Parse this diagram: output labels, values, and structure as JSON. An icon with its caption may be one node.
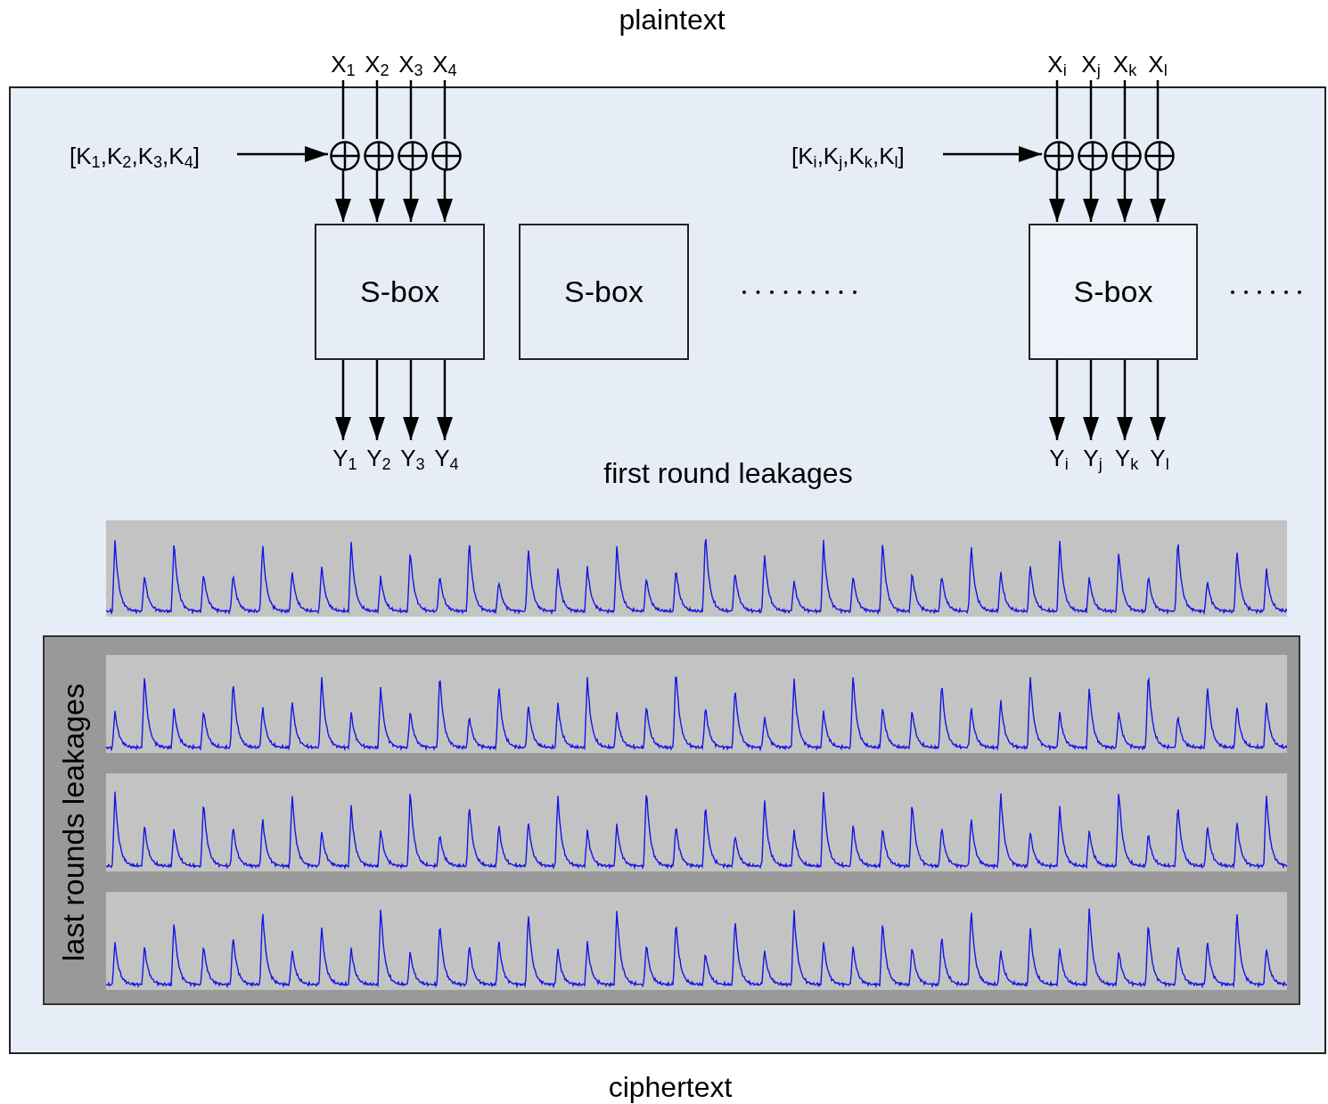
{
  "diagram": {
    "nodes": [
      {
        "text": [],
        "shape": "box"
      },
      {
        "text": [
          "X$_{1}$"
        ]
      },
      {
        "text": [
          "X$_{2}$"
        ]
      },
      {
        "text": [
          "X$_{3}$"
        ]
      },
      {
        "text": [
          "X$_{4}$"
        ]
      },
      {
        "text": [
          "X$_{i}$"
        ]
      },
      {
        "text": [
          "X$_{j}$"
        ]
      },
      {
        "text": [
          "X$_{k}$"
        ]
      },
      {
        "text": [
          "X$_{l}$"
        ]
      },
      {
        "text": [
          "[K$_{1}$,K$_{2}$,K$_{3}$,K$_{4}$]"
        ],
        "in": 0
      },
      {
        "text": [],
        "shape": "circle",
        "in": 0
      },
      {
        "text": [],
        "shape": "circle",
        "in": 0
      },
      {
        "text": [],
        "shape": "circle",
        "in": 0
      },
      {
        "text": [],
        "shape": "circle",
        "in": 0
      },
      {
        "text": [
          "[K$_{i}$,K$_{j}$,K$_{k}$,K$_{l}$]"
        ],
        "in": 0
      },
      {
        "text": [],
        "shape": "circle",
        "in": 0
      },
      {
        "text": [],
        "shape": "circle",
        "in": 0
      },
      {
        "text": [],
        "shape": "circle",
        "in": 0
      },
      {
        "text": [],
        "shape": "circle",
        "in": 0
      },
      {
        "text": [
          "S-box"
        ],
        "in": 0
      },
      {
        "text": [
          "S-box"
        ],
        "in": 0
      },
      {
        "text": [
          "S-box"
        ],
        "in": 0
      },
      {
        "text": [
          "Y$_{1}$"
        ],
        "in": 0
      },
      {
        "text": [
          "Y$_{2}$"
        ],
        "in": 0
      },
      {
        "text": [
          "Y$_{3}$"
        ],
        "in": 0
      },
      {
        "text": [
          "Y$_{4}$"
        ],
        "in": 0
      },
      {
        "text": [
          "Y$_{i}$"
        ],
        "in": 0
      },
      {
        "text": [
          "Y$_{j}$"
        ],
        "in": 0
      },
      {
        "text": [
          "Y$_{k}$"
        ],
        "in": 0
      },
      {
        "text": [
          "Y$_{l}$"
        ],
        "in": 0
      },
      {
        "text": [
          "last rounds leakages"
        ],
        "in": 0
      }
    ],
    "edges": [
      {
        "from": 1,
        "to": 10,
        "arrow": "none"
      },
      {
        "from": 2,
        "to": 11,
        "arrow": "none"
      },
      {
        "from": 3,
        "to": 12,
        "arrow": "none"
      },
      {
        "from": 4,
        "to": 13,
        "arrow": "none"
      },
      {
        "from": 5,
        "to": 15,
        "arrow": "none"
      },
      {
        "from": 6,
        "to": 16,
        "arrow": "none"
      },
      {
        "from": 7,
        "to": 17,
        "arrow": "none"
      },
      {
        "from": 8,
        "to": 18,
        "arrow": "none"
      },
      {
        "from": 9,
        "to": 10,
        "arrow": "to"
      },
      {
        "from": 14,
        "to": 15,
        "arrow": "to"
      },
      {
        "from": 10,
        "to": 19,
        "arrow": "to"
      },
      {
        "from": 11,
        "to": 19,
        "arrow": "to"
      },
      {
        "from": 12,
        "to": 19,
        "arrow": "to"
      },
      {
        "from": 13,
        "to": 19,
        "arrow": "to"
      },
      {
        "from": 15,
        "to": 21,
        "arrow": "to"
      },
      {
        "from": 16,
        "to": 21,
        "arrow": "to"
      },
      {
        "from": 17,
        "to": 21,
        "arrow": "to"
      },
      {
        "from": 18,
        "to": 21,
        "arrow": "to"
      },
      {
        "from": 19,
        "to": 22,
        "arrow": "to"
      },
      {
        "from": 19,
        "to": 23,
        "arrow": "to"
      },
      {
        "from": 19,
        "to": 24,
        "arrow": "to"
      },
      {
        "from": 19,
        "to": 25,
        "arrow": "to"
      },
      {
        "from": 21,
        "to": 26,
        "arrow": "to"
      },
      {
        "from": 21,
        "to": 27,
        "arrow": "to"
      },
      {
        "from": 21,
        "to": 28,
        "arrow": "to"
      },
      {
        "from": 21,
        "to": 29,
        "arrow": "to"
      }
    ],
    "labels": [
      "plaintext",
      "first round leakages",
      "ciphertext"
    ]
  }
}
